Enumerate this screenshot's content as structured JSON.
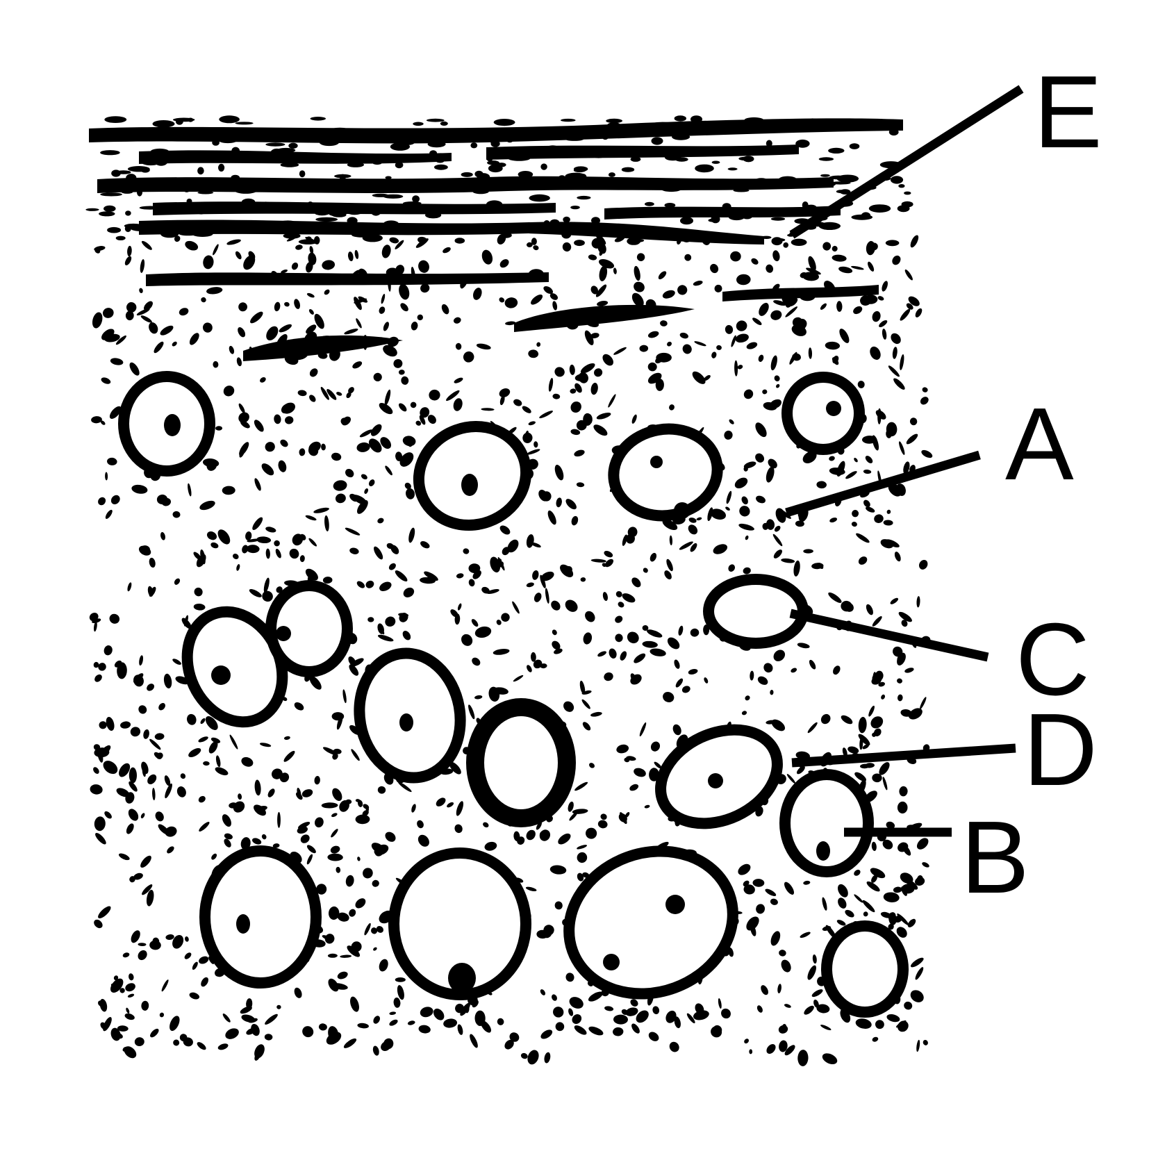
{
  "figure": {
    "ink_color": "#000000",
    "background_color": "#ffffff"
  },
  "labels": {
    "E": "E",
    "A": "A",
    "C": "C",
    "D": "D",
    "B": "B"
  }
}
